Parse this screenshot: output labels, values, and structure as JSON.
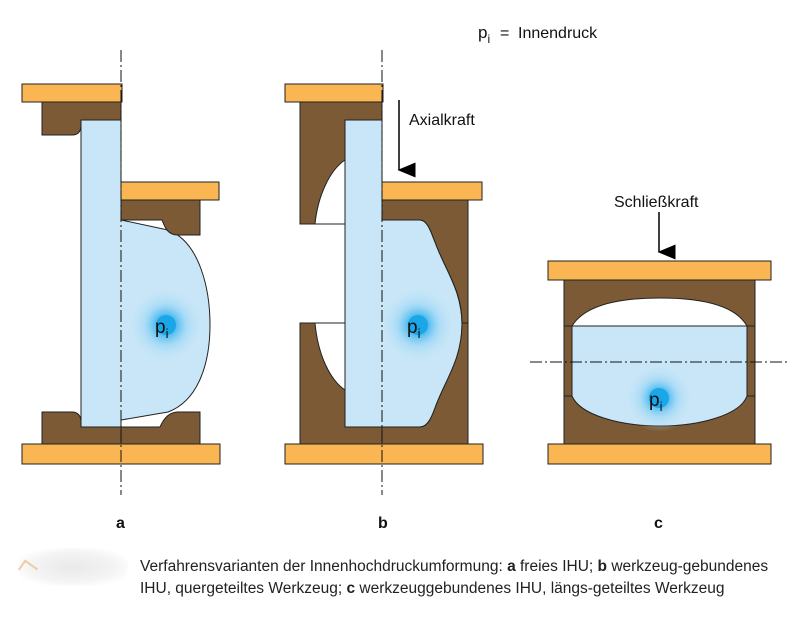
{
  "legend": {
    "p": "p",
    "sub": "i",
    "eq": "=",
    "label": "Innendruck"
  },
  "forces": {
    "axial": "Axialkraft",
    "closing": "Schließkraft"
  },
  "pressure_marker": {
    "p": "p",
    "sub": "i"
  },
  "panels": [
    {
      "id": "a",
      "label": "a"
    },
    {
      "id": "b",
      "label": "b"
    },
    {
      "id": "c",
      "label": "c"
    }
  ],
  "caption": {
    "intro": "Verfahrensvarianten der Innenhochdruckumformung:",
    "a_key": "a",
    "a_text": "freies IHU;",
    "b_key": "b",
    "b_text": "werkzeug-gebundenes IHU, quergeteiltes Werkzeug;",
    "c_key": "c",
    "c_text": "werkzeuggebundenes IHU, längs-geteiltes Werkzeug"
  },
  "colors": {
    "plate": "#f9b653",
    "tool": "#7b5a35",
    "fluid": "#c8e6f7",
    "pressure_core": "#1aa7e8"
  }
}
